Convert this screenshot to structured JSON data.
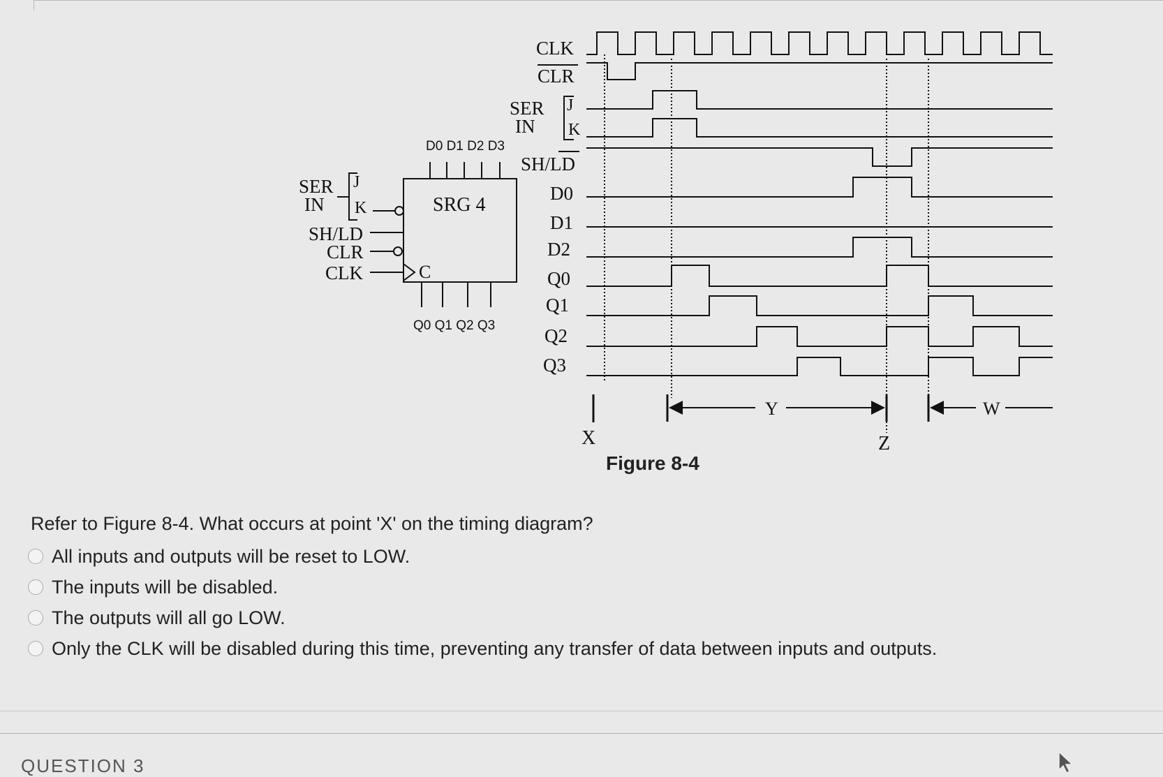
{
  "figure": {
    "caption": "Figure 8-4",
    "block": {
      "title": "SRG 4",
      "inputs_top": "D0 D1 D2 D3",
      "outputs_bottom": "Q0 Q1 Q2 Q3",
      "clock_label": "C",
      "ser_label": "SER",
      "in_label": "IN",
      "j_label": "J",
      "k_label": "K",
      "shld_label": "SH/LD",
      "clr_label": "CLR",
      "clk_label": "CLK"
    },
    "timing": {
      "signals": [
        "CLK",
        "CLR",
        "SER",
        "IN",
        "J",
        "K",
        "SH/LD",
        "D0",
        "D1",
        "D2",
        "Q0",
        "Q1",
        "Q2",
        "Q3"
      ],
      "markers": {
        "x": "X",
        "y": "Y",
        "z": "Z",
        "w": "W"
      }
    }
  },
  "question": {
    "text": "Refer to Figure 8-4. What occurs at point 'X' on the timing diagram?",
    "options": [
      "All inputs and outputs will be reset to LOW.",
      "The inputs will be disabled.",
      "The outputs will all go LOW.",
      "Only the CLK will be disabled during this time, preventing any transfer of data between inputs and outputs."
    ]
  },
  "next_section": "QUESTION 3"
}
